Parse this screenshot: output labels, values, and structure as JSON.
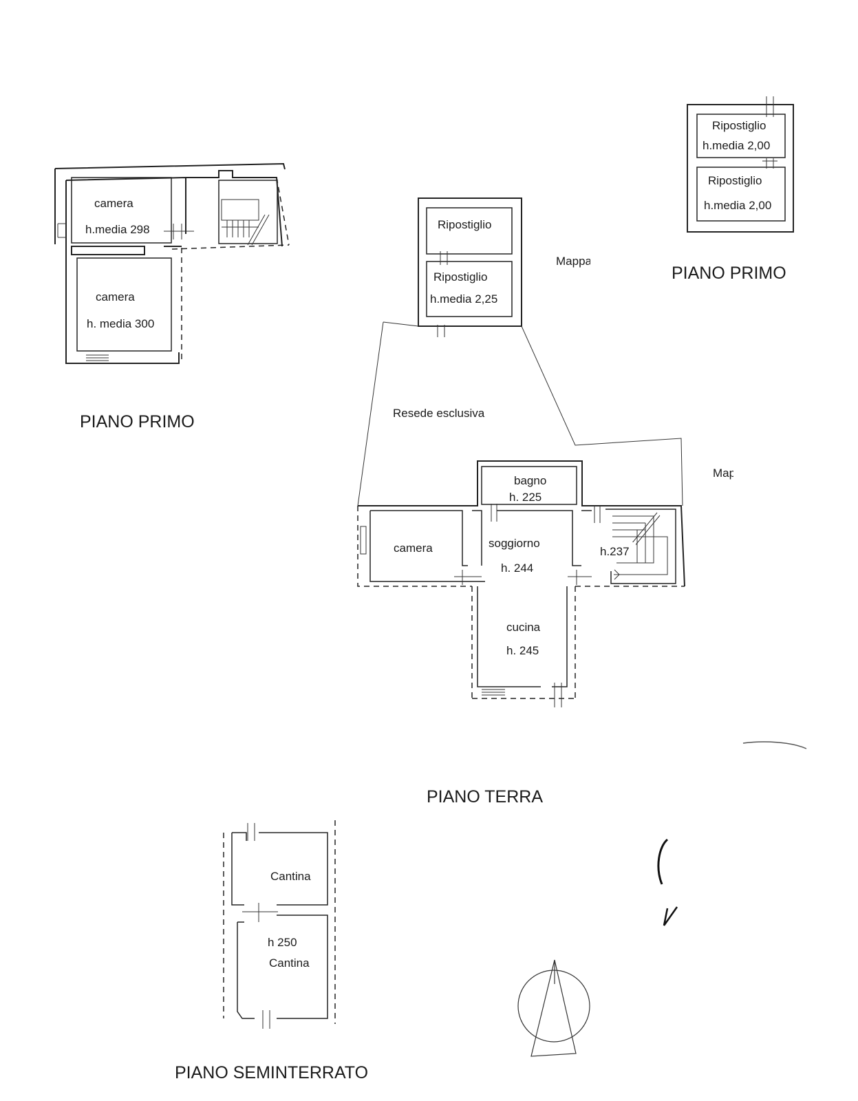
{
  "plans": {
    "piano_primo_left": {
      "title": "PIANO PRIMO",
      "rooms": [
        {
          "name": "camera",
          "height": "h.media 298"
        },
        {
          "name": "camera",
          "height": "h. media 300"
        }
      ]
    },
    "piano_primo_right": {
      "title": "PIANO PRIMO",
      "rooms": [
        {
          "name": "Ripostiglio",
          "height": "h.media 2,00"
        },
        {
          "name": "Ripostiglio",
          "height": "h.media 2,00"
        }
      ]
    },
    "piano_terra": {
      "title": "PIANO TERRA",
      "outdoor": "Resede esclusiva",
      "storage": [
        {
          "name": "Ripostiglio"
        },
        {
          "name": "Ripostiglio",
          "height": "h.media 2,25"
        }
      ],
      "rooms": [
        {
          "name": "bagno",
          "height": "h. 225"
        },
        {
          "name": "camera"
        },
        {
          "name": "soggiorno",
          "height": "h. 244"
        },
        {
          "name": "",
          "height": "h.237"
        },
        {
          "name": "cucina",
          "height": "h. 245"
        }
      ],
      "clipped_labels": [
        "Mappa",
        "Map"
      ]
    },
    "piano_seminterrato": {
      "title": "PIANO SEMINTERRATO",
      "rooms": [
        {
          "name": "Cantina"
        },
        {
          "name": "Cantina",
          "height": "h 250"
        }
      ]
    }
  },
  "north_arrow": "north-arrow-icon"
}
